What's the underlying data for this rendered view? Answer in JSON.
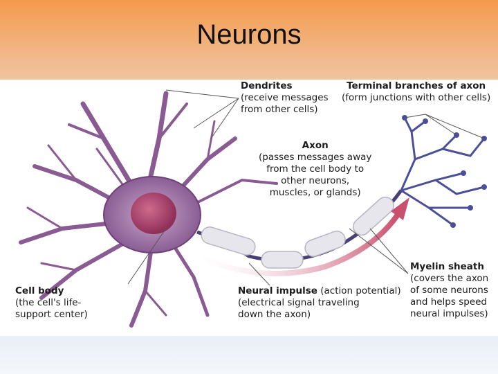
{
  "title": "Neurons",
  "labels": {
    "dendrites": {
      "heading": "Dendrites",
      "lines": [
        "(receive messages",
        "from other cells)"
      ]
    },
    "terminal": {
      "heading": "Terminal branches of axon",
      "lines": [
        "(form junctions with other cells)"
      ]
    },
    "axon": {
      "heading": "Axon",
      "lines": [
        "(passes messages away",
        "from the cell body to",
        "other neurons,",
        "muscles, or glands)"
      ]
    },
    "cell_body": {
      "heading": "Cell body",
      "lines": [
        "(the cell's life-",
        "support center)"
      ]
    },
    "impulse": {
      "heading": "Neural impulse",
      "heading_rest": " (action potential)",
      "lines": [
        "(electrical signal traveling",
        "down the axon)"
      ]
    },
    "myelin": {
      "heading": "Myelin sheath",
      "lines": [
        "(covers the axon",
        "of some neurons",
        "and helps speed",
        "neural impulses)"
      ]
    }
  },
  "colors": {
    "header": "#f59a4c",
    "neuron": "#8a5a92",
    "nucleus": "#a83c64",
    "impulse": "#c8506e",
    "myelin": "#e4e4ea"
  }
}
